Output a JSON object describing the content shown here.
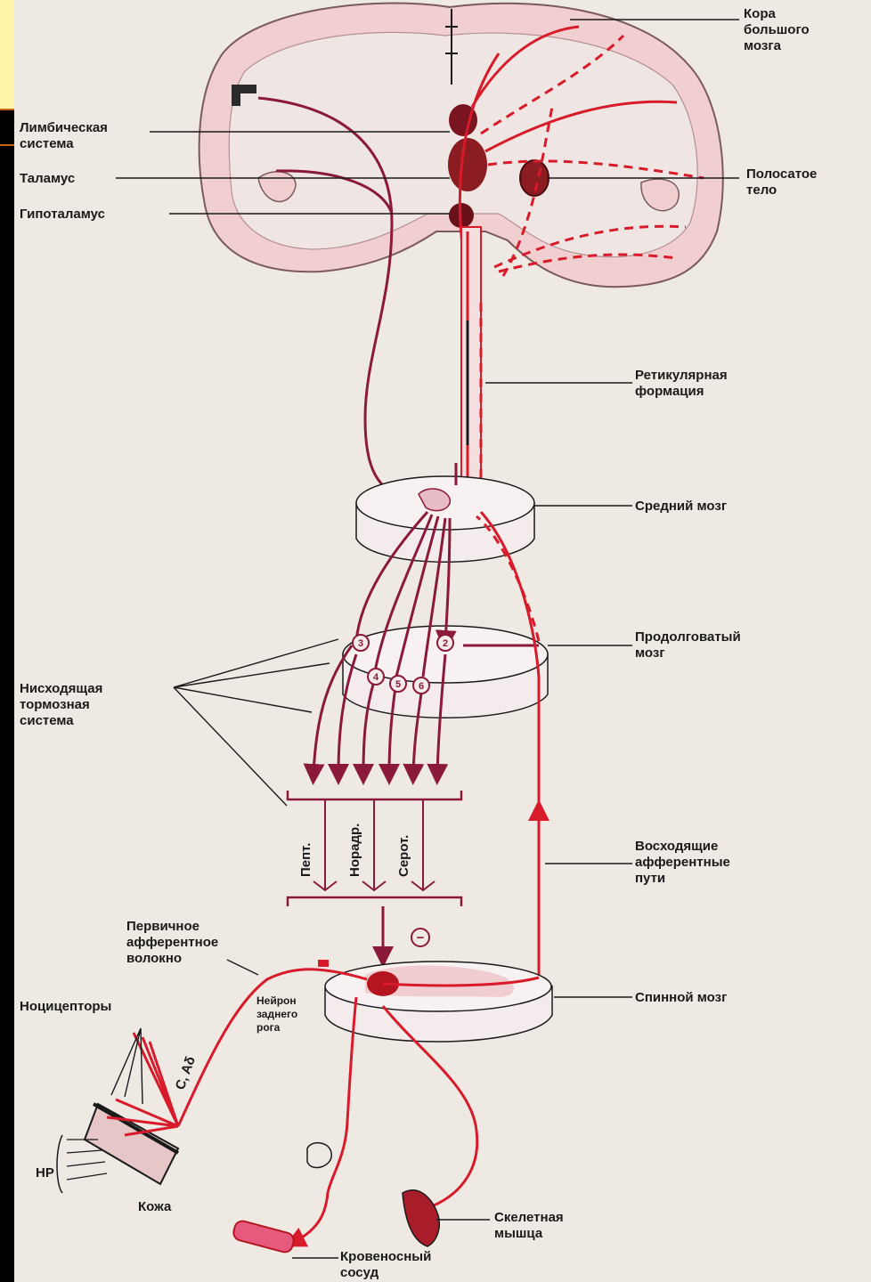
{
  "colors": {
    "background": "#efe9e4",
    "descending": "#8b1a3a",
    "ascending": "#d81b2a",
    "cortex": "#f1cfd0"
  },
  "labels": {
    "cortex": [
      "Кора",
      "большого",
      "мозга"
    ],
    "limbic": [
      "Лимбическая",
      "система"
    ],
    "thalamus": "Таламус",
    "hypothalamus": "Гипоталамус",
    "striatum": [
      "Полосатое",
      "тело"
    ],
    "reticular": [
      "Ретикулярная",
      "формация"
    ],
    "midbrain": "Средний мозг",
    "medulla": [
      "Продолговатый",
      "мозг"
    ],
    "descending": [
      "Нисходящая",
      "тормозная",
      "система"
    ],
    "ascending": [
      "Восходящие",
      "афферентные",
      "пути"
    ],
    "primary": [
      "Первичное",
      "афферентное",
      "волокно"
    ],
    "dorsal_neuron": [
      "Нейрон",
      "заднего",
      "рога"
    ],
    "nociceptors": "Ноцицепторы",
    "fiber_types": "C, Aδ",
    "hp": "HP",
    "skin": "Кожа",
    "spinal": "Спинной мозг",
    "muscle": [
      "Скелетная",
      "мышца"
    ],
    "vessel": [
      "Кровеносный",
      "сосуд"
    ],
    "transmitters": [
      "Пепт.",
      "Норадр.",
      "Серот."
    ],
    "inhibition": "−"
  },
  "nuclei": [
    "3",
    "2",
    "4",
    "5",
    "6"
  ]
}
